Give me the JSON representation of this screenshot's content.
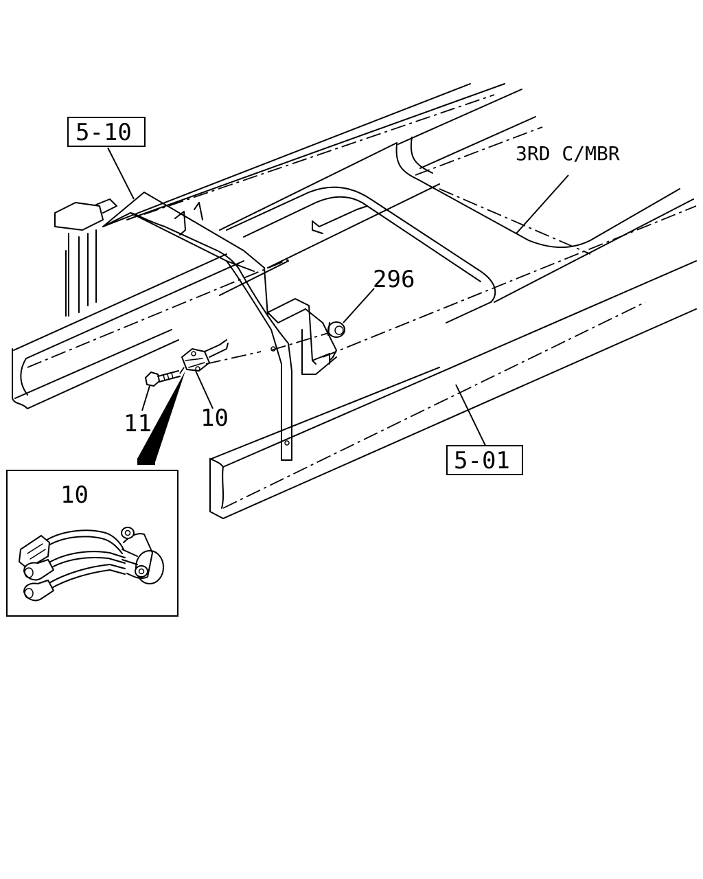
{
  "labels": {
    "ref_5_10": "5-10",
    "ref_5_01": "5-01",
    "third_crossmember": "3RD C/MBR",
    "part_296": "296",
    "part_10": "10",
    "part_11": "11",
    "detail_part_10": "10"
  },
  "colors": {
    "line": "#000000",
    "background": "#ffffff"
  }
}
